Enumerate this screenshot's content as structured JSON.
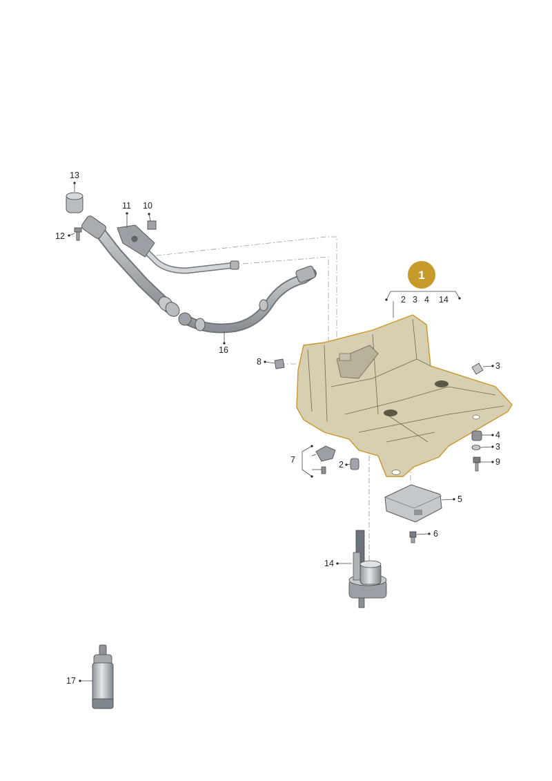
{
  "badge": {
    "number": "1",
    "color": "#c79a2c"
  },
  "callouts": {
    "main_refs": [
      "2",
      "3",
      "4",
      "14"
    ],
    "l2": "2",
    "l3a": "3",
    "l3b": "3",
    "l4": "4",
    "l5": "5",
    "l6": "6",
    "l7": "7",
    "l8": "8",
    "l9": "9",
    "l10": "10",
    "l11": "11",
    "l12": "12",
    "l13": "13",
    "l14": "14",
    "l16": "16",
    "l17": "17"
  },
  "icons": {
    "tank": "fuel-tank-icon",
    "filler": "filler-neck-hose-icon",
    "pump": "fuel-pump-icon",
    "filter": "fuel-filter-icon"
  },
  "colors": {
    "tank_fill": "#d7cfb2",
    "tank_outline": "#c9962a",
    "part_gray": "#bfc3c6"
  }
}
